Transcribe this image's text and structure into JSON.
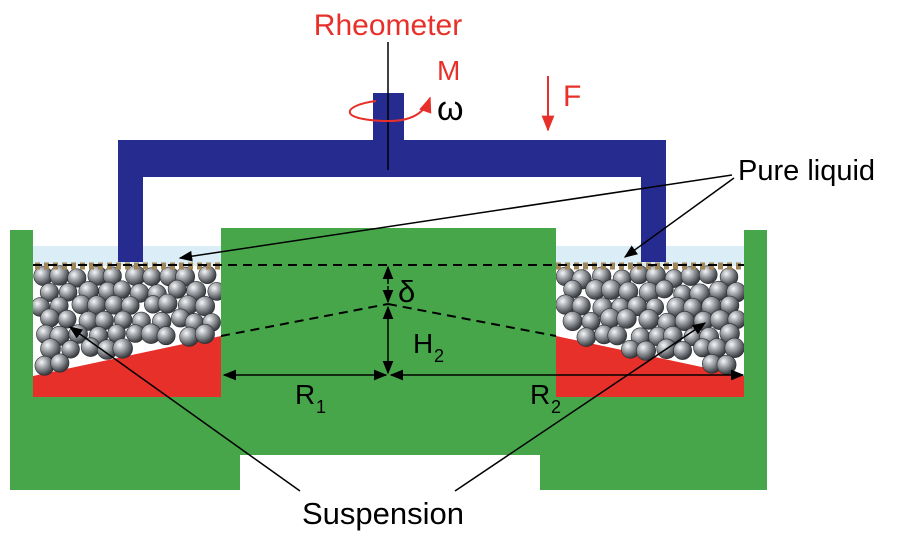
{
  "labels": {
    "rheometer": "Rheometer",
    "torque": "M",
    "rotation": "ω",
    "force": "F",
    "pure_liquid": "Pure liquid",
    "delta": "δ",
    "h2_main": "H",
    "h2_sub": "2",
    "r1_main": "R",
    "r1_sub": "1",
    "r2_main": "R",
    "r2_sub": "2",
    "suspension": "Suspension"
  },
  "colors": {
    "vessel_green": "#46a649",
    "tool_blue": "#252b8f",
    "accent_red": "#e8302a",
    "liquid_blue": "#dbeef8",
    "mesh_gold": "#a0875a",
    "bead_gray": "#7c7f84"
  }
}
